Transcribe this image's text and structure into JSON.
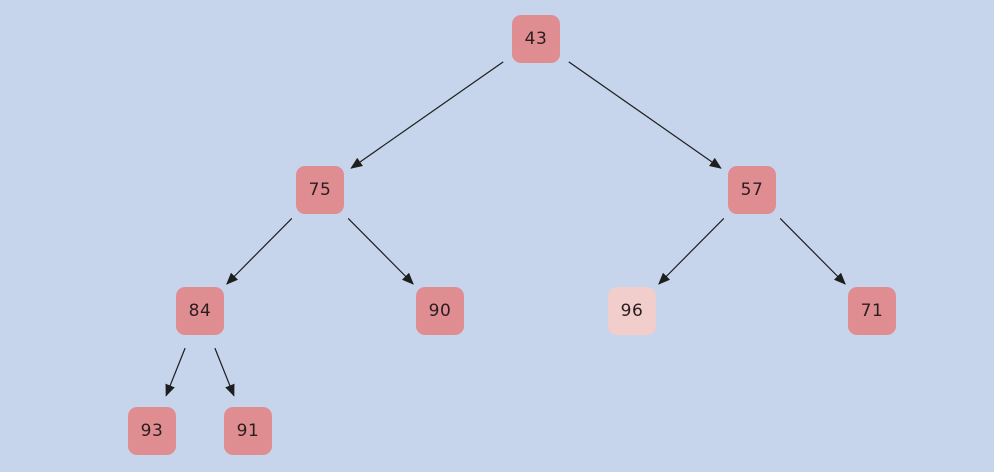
{
  "colors": {
    "background": "#c6d5ec",
    "node_fill": "#e08d92",
    "node_highlight_fill": "#f1cdcc",
    "edge": "#1e1e1e"
  },
  "tree": {
    "nodes": [
      {
        "id": "n43",
        "value": "43",
        "highlight": false
      },
      {
        "id": "n75",
        "value": "75",
        "highlight": false
      },
      {
        "id": "n57",
        "value": "57",
        "highlight": false
      },
      {
        "id": "n84",
        "value": "84",
        "highlight": false
      },
      {
        "id": "n90",
        "value": "90",
        "highlight": false
      },
      {
        "id": "n96",
        "value": "96",
        "highlight": true
      },
      {
        "id": "n71",
        "value": "71",
        "highlight": false
      },
      {
        "id": "n93",
        "value": "93",
        "highlight": false
      },
      {
        "id": "n91",
        "value": "91",
        "highlight": false
      }
    ],
    "edges": [
      {
        "from": "n43",
        "to": "n75"
      },
      {
        "from": "n43",
        "to": "n57"
      },
      {
        "from": "n75",
        "to": "n84"
      },
      {
        "from": "n75",
        "to": "n90"
      },
      {
        "from": "n57",
        "to": "n96"
      },
      {
        "from": "n57",
        "to": "n71"
      },
      {
        "from": "n84",
        "to": "n93"
      },
      {
        "from": "n84",
        "to": "n91"
      }
    ]
  }
}
